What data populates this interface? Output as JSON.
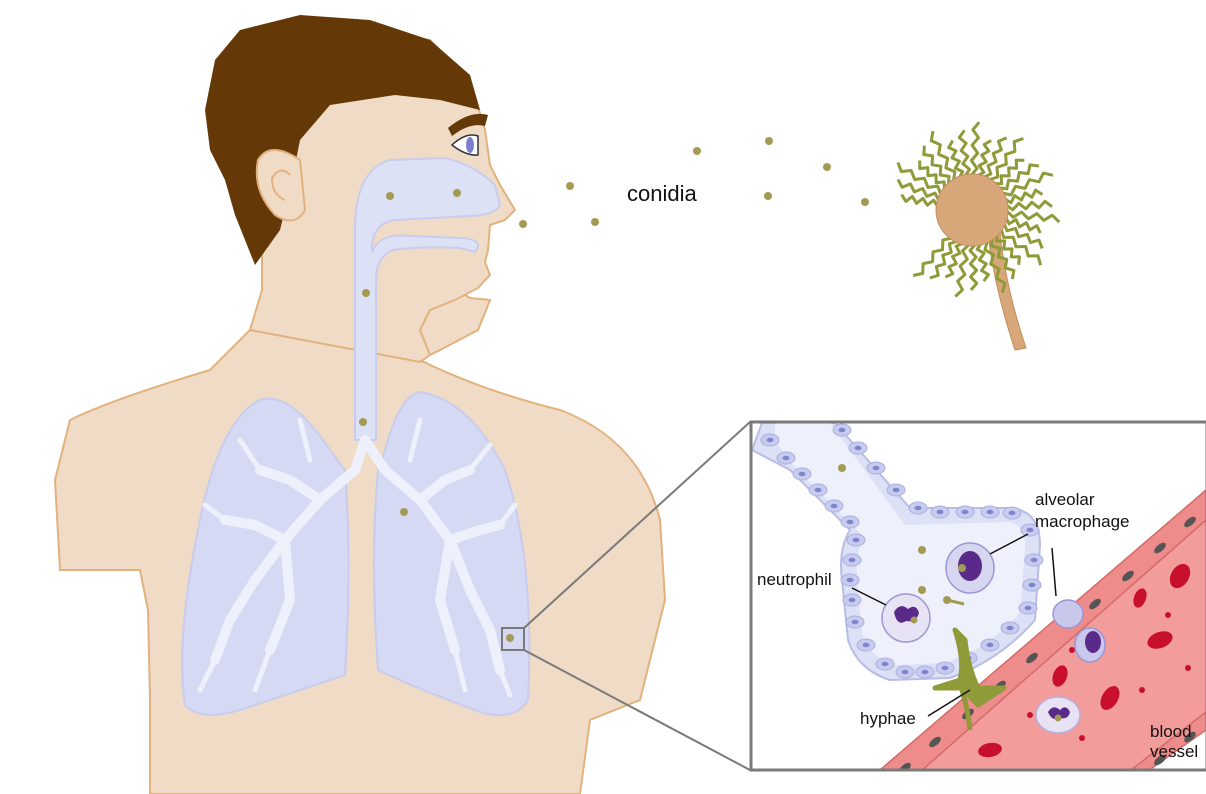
{
  "labels": {
    "conidia": "conidia",
    "alveolar_1": "alveolar",
    "alveolar_2": "macrophage",
    "neutrophil": "neutrophil",
    "hyphae": "hyphae",
    "blood_1": "blood",
    "blood_2": "vessel"
  },
  "colors": {
    "skin": "#f0dcc6",
    "skin_outline": "#e2b27e",
    "hair": "#653808",
    "airway": "#dde1f5",
    "lung": "#d5d9f3",
    "lung_outline": "#c9ccec",
    "spore": "#a39b54",
    "fungus": "#d7a679",
    "hypha": "#8f9a38",
    "vessel": "#f29c9c",
    "rbc": "#c8102e",
    "nucleus": "#5a2a8a",
    "frame": "#7a7a7a"
  }
}
